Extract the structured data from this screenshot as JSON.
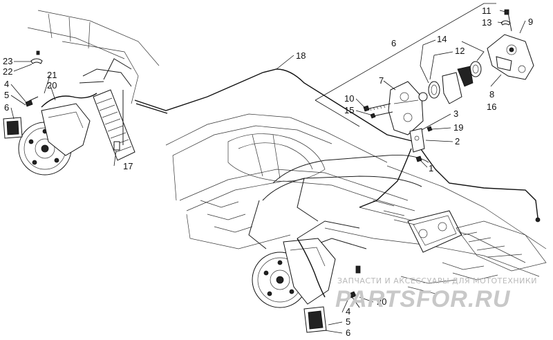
{
  "callouts": {
    "c1": "1",
    "c2": "2",
    "c3": "3",
    "c4a": "4",
    "c4b": "4",
    "c5a": "5",
    "c5b": "5",
    "c6a": "6",
    "c6b": "6",
    "c6c": "6",
    "c7": "7",
    "c8": "8",
    "c9": "9",
    "c10": "10",
    "c11": "11",
    "c12": "12",
    "c13": "13",
    "c14": "14",
    "c15": "15",
    "c16": "16",
    "c17": "17",
    "c18": "18",
    "c19": "19",
    "c20a": "20",
    "c20b": "20",
    "c21": "21",
    "c22": "22",
    "c23": "23"
  },
  "watermark": {
    "tagline": "ЗАПЧАСТИ И АКСЕССУАРЫ ДЛЯ МОТОТЕХНИКИ",
    "logo": "PARTSFOR.RU"
  },
  "colors": {
    "line": "#1a1a1a",
    "watermark": "#c8c8c8",
    "background": "#ffffff"
  }
}
